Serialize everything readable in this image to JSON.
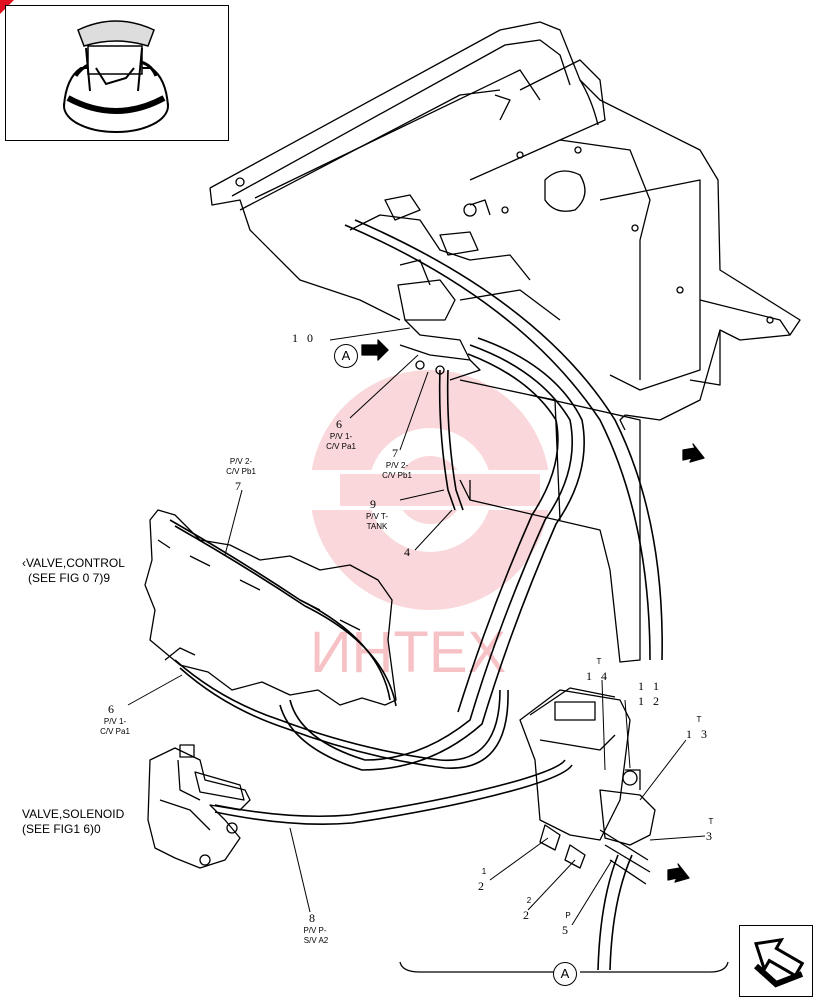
{
  "labels": {
    "c10": "1 0",
    "c6a": "6",
    "c6a_tag1": "P/V 1-",
    "c6a_tag2": "C/V Pa1",
    "c7a": "7",
    "c7a_tag1": "P/V 2-",
    "c7a_tag2": "C/V Pb1",
    "c7b_tag1": "P/V 2-",
    "c7b_tag2": "C/V Pb1",
    "c7b": "7",
    "c9": "9",
    "c9_tag1": "P/V T-",
    "c9_tag2": "TANK",
    "c4": "4",
    "valve_control_1": "‹VALVE,CONTROL",
    "valve_control_2": "(SEE FIG 0 7)9",
    "c6b": "6",
    "c6b_tag1": "P/V 1-",
    "c6b_tag2": "C/V Pa1",
    "valve_solenoid_1": "VALVE,SOLENOID",
    "valve_solenoid_2": "(SEE FIG1 6)0",
    "c8": "8",
    "c8_tag1": "P/V P-",
    "c8_tag2": "S/V A2",
    "t14_tag": "T",
    "c14": "1 4",
    "c11": "1 1",
    "c12": "1 2",
    "t13_tag": "T",
    "c13": "1 3",
    "t3_tag": "T",
    "c3": "3",
    "p1_tag": "1",
    "c2a": "2",
    "p2_tag": "2",
    "c2b": "2",
    "p5_tag": "P",
    "c5": "5",
    "detail_a_top": "A",
    "detail_a_bottom": "A",
    "watermark": "ИНТЕХ"
  },
  "colors": {
    "line": "#000000",
    "watermark": "#e01020",
    "corner": "#e01020"
  }
}
